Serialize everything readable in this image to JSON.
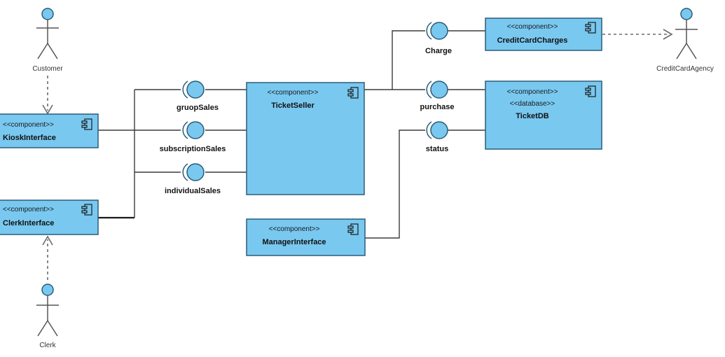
{
  "actors": {
    "customer": "Customer",
    "clerk": "Clerk",
    "credit_card_agency": "CreditCardAgency"
  },
  "components": {
    "kiosk_interface": {
      "stereotype": "<<component>>",
      "name": "KioskInterface"
    },
    "clerk_interface": {
      "stereotype": "<<component>>",
      "name": "ClerkInterface"
    },
    "ticket_seller": {
      "stereotype": "<<component>>",
      "name": "TicketSeller"
    },
    "manager_interface": {
      "stereotype": "<<component>>",
      "name": "ManagerInterface"
    },
    "credit_card_charges": {
      "stereotype": "<<component>>",
      "name": "CreditCardCharges"
    },
    "ticket_db": {
      "stereotype": "<<component>>",
      "stereotype2": "<<database>>",
      "name": "TicketDB"
    }
  },
  "interfaces": {
    "group_sales": "gruopSales",
    "subscription_sales": "subscriptionSales",
    "individual_sales": "individualSales",
    "charge": "Charge",
    "purchase": "purchase",
    "status": "status"
  },
  "colors": {
    "component_fill": "#79c8f0",
    "component_stroke": "#2c5d78"
  }
}
